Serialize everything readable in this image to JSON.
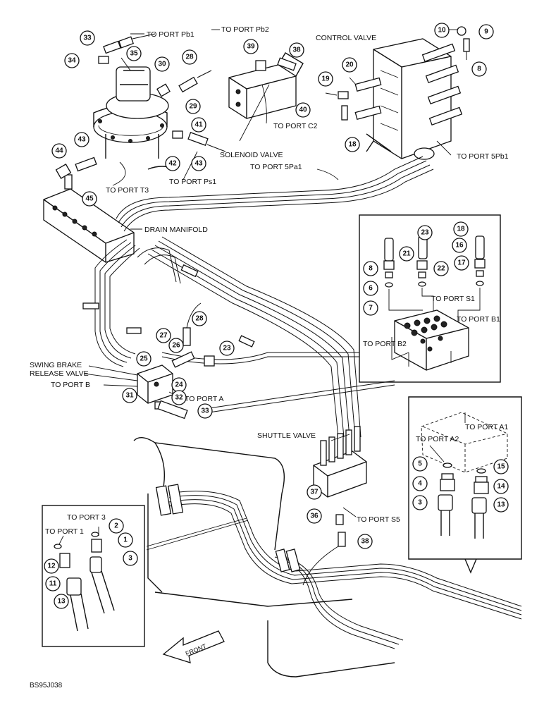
{
  "labels": {
    "to_port_pb1_top": "TO PORT Pb1",
    "to_port_pb2": "TO PORT Pb2",
    "control_valve": "CONTROL VALVE",
    "to_port_c2": "TO PORT C2",
    "solenoid_valve": "SOLENOID VALVE",
    "to_port_5pa1": "TO PORT 5Pa1",
    "to_port_5pb1": "TO PORT 5Pb1",
    "to_port_t3": "TO PORT T3",
    "to_port_ps1": "TO PORT Ps1",
    "drain_manifold": "DRAIN MANIFOLD",
    "to_port_s1": "TO PORT S1",
    "to_port_b1": "TO PORT B1",
    "to_port_b2": "TO PORT B2",
    "swing_brake_1": "SWING BRAKE",
    "swing_brake_2": "RELEASE VALVE",
    "to_port_b": "TO PORT B",
    "to_port_a": "TO PORT A",
    "shuttle_valve": "SHUTTLE VALVE",
    "to_port_a1": "TO PORT A1",
    "to_port_a2": "TO PORT A2",
    "to_port_s5": "TO PORT S5",
    "to_port_3": "TO PORT 3",
    "to_port_1": "TO PORT 1",
    "front": "FRONT",
    "figure_code": "BS95J038"
  },
  "callouts": {
    "c33a": "33",
    "c34": "34",
    "c35": "35",
    "c30": "30",
    "c28a": "28",
    "c29": "29",
    "c39": "39",
    "c38a": "38",
    "c40": "40",
    "c10": "10",
    "c9": "9",
    "c8a": "8",
    "c20": "20",
    "c19": "19",
    "c18a": "18",
    "c41": "41",
    "c42": "42",
    "c43a": "43",
    "c44": "44",
    "c43b": "43",
    "c45": "45",
    "c23a": "23",
    "c18b": "18",
    "c21": "21",
    "c16": "16",
    "c8b": "8",
    "c22": "22",
    "c17": "17",
    "c6": "6",
    "c7": "7",
    "c28b": "28",
    "c27": "27",
    "c26": "26",
    "c23b": "23",
    "c25": "25",
    "c24": "24",
    "c31": "31",
    "c32": "32",
    "c33b": "33",
    "c5": "5",
    "c15": "15",
    "c4": "4",
    "c14": "14",
    "c3a": "3",
    "c13a": "13",
    "c37": "37",
    "c36": "36",
    "c38b": "38",
    "c2": "2",
    "c1": "1",
    "c12": "12",
    "c3b": "3",
    "c11": "11",
    "c13b": "13"
  }
}
